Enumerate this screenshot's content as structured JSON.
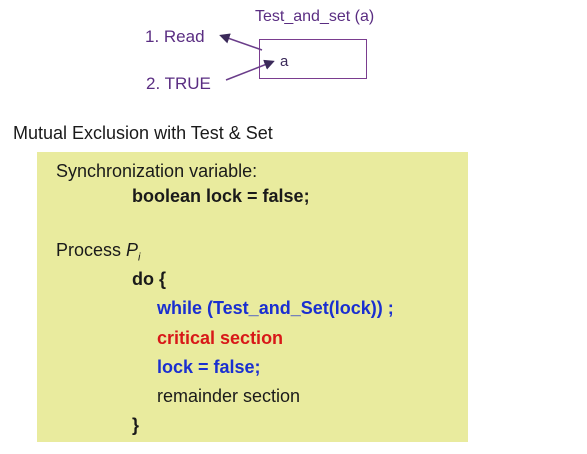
{
  "diagram": {
    "function_title": "Test_and_set (a)",
    "step1": "1. Read",
    "step2": "2. TRUE",
    "box_label": "a"
  },
  "heading": "Mutual Exclusion with Test & Set",
  "code": {
    "sync_label": "Synchronization variable:",
    "sync_decl": "boolean lock = false;",
    "process_label": "Process ",
    "process_name": "P",
    "process_subscript": "i",
    "do_open": "do {",
    "while_line": "while (Test_and_Set(lock)) ;",
    "critical": "critical section",
    "lock_reset": "lock = false;",
    "remainder": "remainder section",
    "close_brace": "}"
  },
  "colors": {
    "diagram_text": "#5a2d82",
    "panel_background": "#e9eb9e",
    "keyword_blue": "#1a2fd0",
    "critical_red": "#d81818"
  }
}
